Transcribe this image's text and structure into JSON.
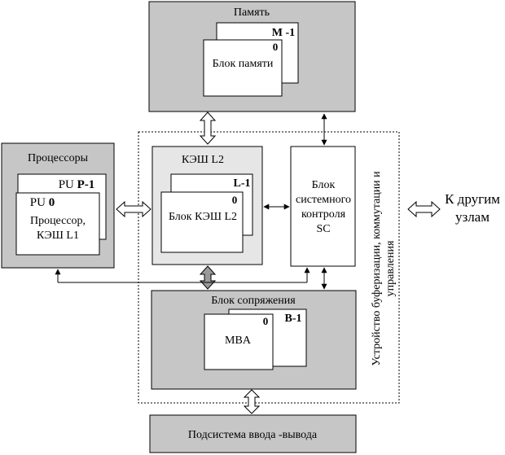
{
  "memory": {
    "title": "Память",
    "block_label": "Блок памяти",
    "index_first": "0",
    "index_last": "M -1"
  },
  "processors": {
    "title": "Процессоры",
    "back_label_prefix": "PU ",
    "back_label_index": "P-1",
    "front_label_prefix": "PU ",
    "front_label_index": "0",
    "front_line1": "Процессор,",
    "front_line2": "КЭШ L1"
  },
  "cache_l2": {
    "title": "КЭШ L2",
    "block_label": "Блок КЭШ L2",
    "index_first": "0",
    "index_last": "L-1"
  },
  "sc": {
    "line1": "Блок",
    "line2": "системного",
    "line3": "контроля",
    "line4": "SC"
  },
  "interface": {
    "title": "Блок сопряжения",
    "block_label": "MBA",
    "index_first": "0",
    "index_last": "B-1"
  },
  "io": {
    "title": "Подсистема ввода -вывода"
  },
  "switch_unit": {
    "line1": "Устройство буферизации, коммутации и",
    "line2": "управления"
  },
  "other_nodes": {
    "line1": "К другим",
    "line2": "узлам"
  },
  "colors": {
    "dark_gray": "#c6c6c6",
    "light_gray": "#e6e6e6",
    "white": "#ffffff",
    "line": "#000000"
  }
}
